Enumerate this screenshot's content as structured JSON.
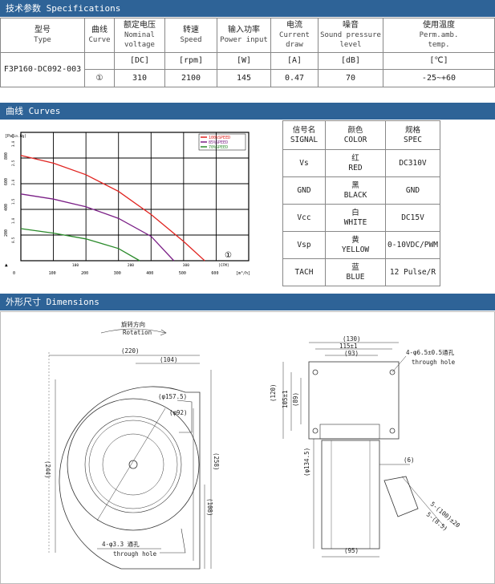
{
  "spec_section": {
    "title": "技术参数 Specifications",
    "headers": [
      {
        "zh": "型号",
        "en": "Type"
      },
      {
        "zh": "曲线",
        "en": "Curve"
      },
      {
        "zh": "额定电压",
        "en": "Nominal",
        "en2": "voltage"
      },
      {
        "zh": "转速",
        "en": "Speed"
      },
      {
        "zh": "输入功率",
        "en": "Power input"
      },
      {
        "zh": "电流",
        "en": "Current",
        "en2": "draw"
      },
      {
        "zh": "噪音",
        "en": "Sound pressure",
        "en2": "level"
      },
      {
        "zh": "使用温度",
        "en": "Perm.amb.",
        "en2": "temp."
      }
    ],
    "units": [
      "[DC]",
      "[rpm]",
      "[W]",
      "[A]",
      "[dB]",
      "[℃]"
    ],
    "model": "F3P160-DC092-003",
    "row": [
      "①",
      "310",
      "2100",
      "145",
      "0.47",
      "70",
      "-25~+60"
    ]
  },
  "curves_section": {
    "title": "曲线 Curves"
  },
  "chart_data": {
    "type": "line",
    "title": "",
    "ylabel_top": "[Pa]",
    "ylabel_sub": "[in.Wg]",
    "xlabel_cfm": "[CFM]",
    "xlabel": "[m³/h]",
    "x_ticks_m3h": [
      "0",
      "100",
      "200",
      "300",
      "400",
      "500",
      "600"
    ],
    "x_ticks_cfm": [
      "100",
      "200",
      "300"
    ],
    "y_ticks": [
      "800",
      "600",
      "400",
      "200"
    ],
    "y_ticks_inwg": [
      "3.0",
      "2.5",
      "2.0",
      "1.5",
      "1.0",
      "0.5"
    ],
    "xlim": [
      0,
      700
    ],
    "ylim": [
      0,
      1000
    ],
    "curve_label": "①",
    "series": [
      {
        "name": "100%SPEED",
        "color": "#e0231f",
        "points": [
          [
            0,
            820
          ],
          [
            100,
            760
          ],
          [
            200,
            670
          ],
          [
            300,
            540
          ],
          [
            400,
            360
          ],
          [
            500,
            150
          ],
          [
            565,
            0
          ]
        ]
      },
      {
        "name": "85%SPEED",
        "color": "#7a1f86",
        "points": [
          [
            0,
            520
          ],
          [
            100,
            480
          ],
          [
            200,
            420
          ],
          [
            300,
            330
          ],
          [
            400,
            190
          ],
          [
            470,
            0
          ]
        ]
      },
      {
        "name": "70%SPEED",
        "color": "#2a8a2a",
        "points": [
          [
            0,
            250
          ],
          [
            100,
            215
          ],
          [
            200,
            170
          ],
          [
            300,
            95
          ],
          [
            365,
            0
          ]
        ]
      }
    ]
  },
  "signal_table": {
    "headers": [
      {
        "zh": "信号名",
        "en": "SIGNAL"
      },
      {
        "zh": "颜色",
        "en": "COLOR"
      },
      {
        "zh": "规格",
        "en": "SPEC"
      }
    ],
    "rows": [
      {
        "signal": "Vs",
        "color_zh": "红",
        "color_en": "RED",
        "spec": "DC310V"
      },
      {
        "signal": "GND",
        "color_zh": "黑",
        "color_en": "BLACK",
        "spec": "GND"
      },
      {
        "signal": "Vcc",
        "color_zh": "白",
        "color_en": "WHITE",
        "spec": "DC15V"
      },
      {
        "signal": "Vsp",
        "color_zh": "黄",
        "color_en": "YELLOW",
        "spec": "0-10VDC/PWM"
      },
      {
        "signal": "TACH",
        "color_zh": "蓝",
        "color_en": "BLUE",
        "spec": "12 Pulse/R"
      }
    ]
  },
  "dimensions_section": {
    "title": "外形尺寸 Dimensions",
    "rotation_zh": "旋转方向",
    "rotation_en": "Rotation",
    "d220": "(220)",
    "d104": "(104)",
    "d157": "(φ157.5)",
    "d92": "(φ92)",
    "d244": "(244)",
    "d258": "(258)",
    "d108": "(108)",
    "hole_left_zh": "4-φ3.3 通孔",
    "hole_left_en": "through hole",
    "d130": "(130)",
    "d115": "115±1",
    "d93": "(93)",
    "hole_right_zh": "4-φ6.5±0.5通孔",
    "hole_right_en": "through hole",
    "d120": "(120)",
    "d105": "105±1",
    "d89": "(89)",
    "d134": "(φ134.5)",
    "d6": "(6)",
    "d95": "(95)",
    "d5100": "5-(100)±20",
    "d585": "5-(8.5)"
  }
}
